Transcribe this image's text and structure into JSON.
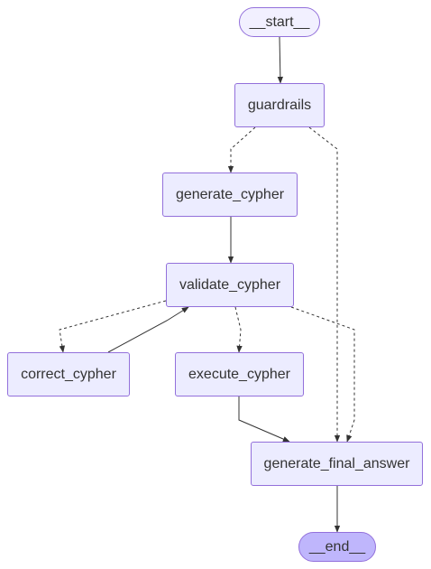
{
  "diagram": {
    "nodes": [
      {
        "id": "start",
        "label": "__start__",
        "shape": "pill"
      },
      {
        "id": "guardrails",
        "label": "guardrails",
        "shape": "rect"
      },
      {
        "id": "generate_cypher",
        "label": "generate_cypher",
        "shape": "rect"
      },
      {
        "id": "validate_cypher",
        "label": "validate_cypher",
        "shape": "rect"
      },
      {
        "id": "correct_cypher",
        "label": "correct_cypher",
        "shape": "rect"
      },
      {
        "id": "execute_cypher",
        "label": "execute_cypher",
        "shape": "rect"
      },
      {
        "id": "generate_final_answer",
        "label": "generate_final_answer",
        "shape": "rect"
      },
      {
        "id": "end",
        "label": "__end__",
        "shape": "pill",
        "terminal": true
      }
    ],
    "edges": [
      {
        "from": "start",
        "to": "guardrails",
        "style": "solid"
      },
      {
        "from": "guardrails",
        "to": "generate_cypher",
        "style": "dashed"
      },
      {
        "from": "guardrails",
        "to": "generate_final_answer",
        "style": "dashed"
      },
      {
        "from": "generate_cypher",
        "to": "validate_cypher",
        "style": "solid"
      },
      {
        "from": "validate_cypher",
        "to": "correct_cypher",
        "style": "dashed"
      },
      {
        "from": "validate_cypher",
        "to": "execute_cypher",
        "style": "dashed"
      },
      {
        "from": "validate_cypher",
        "to": "generate_final_answer",
        "style": "dashed"
      },
      {
        "from": "correct_cypher",
        "to": "validate_cypher",
        "style": "solid"
      },
      {
        "from": "execute_cypher",
        "to": "generate_final_answer",
        "style": "solid"
      },
      {
        "from": "generate_final_answer",
        "to": "end",
        "style": "solid"
      }
    ],
    "colors": {
      "node_fill": "#ececff",
      "node_border": "#9370db",
      "terminal_fill": "#bfb6fc",
      "edge": "#333333",
      "text": "#333333"
    }
  }
}
